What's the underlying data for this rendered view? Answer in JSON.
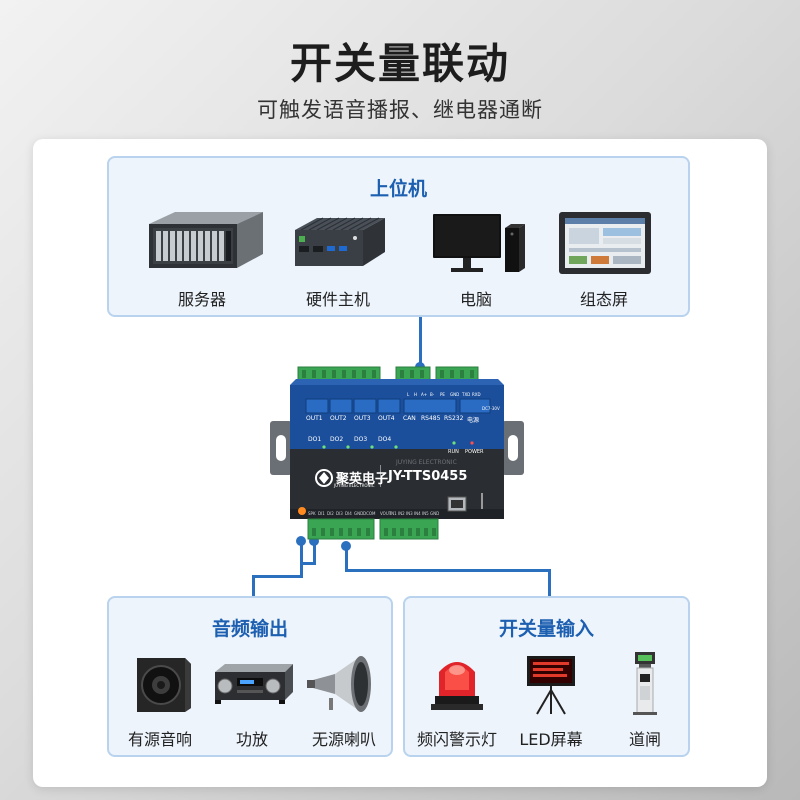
{
  "header": {
    "title": "开关量联动",
    "subtitle": "可触发语音播报、继电器通断"
  },
  "host_panel": {
    "title": "上位机",
    "items": [
      {
        "label": "服务器",
        "icon": "server-icon"
      },
      {
        "label": "硬件主机",
        "icon": "industrial-pc-icon"
      },
      {
        "label": "电脑",
        "icon": "desktop-computer-icon"
      },
      {
        "label": "组态屏",
        "icon": "hmi-screen-icon"
      }
    ]
  },
  "audio_panel": {
    "title": "音频输出",
    "items": [
      {
        "label": "有源音响",
        "icon": "active-speaker-icon"
      },
      {
        "label": "功放",
        "icon": "amplifier-icon"
      },
      {
        "label": "无源喇叭",
        "icon": "horn-speaker-icon"
      }
    ]
  },
  "switch_panel": {
    "title": "开关量输入",
    "items": [
      {
        "label": "频闪警示灯",
        "icon": "warning-beacon-icon"
      },
      {
        "label": "LED屏幕",
        "icon": "led-screen-icon"
      },
      {
        "label": "道闸",
        "icon": "barrier-gate-icon"
      }
    ]
  },
  "device": {
    "brand": "聚英电子",
    "brand_en": "JUYING ELECTRONIC",
    "model": "JY-TTS0455",
    "watermark": "JUYING ELECTRONIC",
    "outputs": [
      "OUT1",
      "OUT2",
      "OUT3",
      "OUT4"
    ],
    "ports": [
      "CAN",
      "RS485",
      "RS232",
      "电源"
    ],
    "port_pins": [
      "L",
      "H",
      "A+",
      "B-",
      "PE",
      "GND",
      "TXD",
      "RXD"
    ],
    "dc_label": "DC7-30V",
    "indicators": [
      "DO1",
      "DO2",
      "DO3",
      "DO4"
    ],
    "status": [
      "RUN",
      "POWER"
    ],
    "inputs_left": [
      "SPK",
      "DI1",
      "DI2",
      "DI3",
      "DI4",
      "GND",
      "DCOM"
    ],
    "inputs_right": [
      "VOUT",
      "IN1",
      "IN2",
      "IN3",
      "IN4",
      "IN5",
      "GND"
    ]
  },
  "colors": {
    "accent": "#1d5fb0",
    "panel_bg": "#edf4fc",
    "panel_border": "#b9d3ee",
    "wire": "#2b6fbf",
    "device_blue": "#1c4f9b",
    "terminal_green": "#3aa654"
  }
}
